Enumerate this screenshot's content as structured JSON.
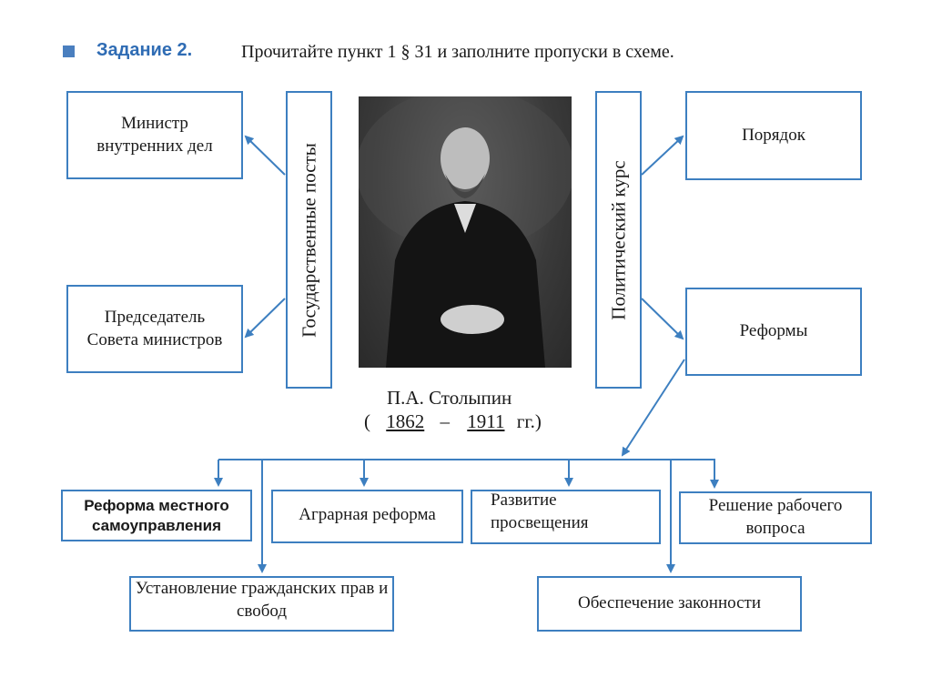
{
  "header": {
    "task_label": "Задание 2.",
    "instruction": "Прочитайте пункт 1 § 31 и заполните пропуски в схеме."
  },
  "left": {
    "category": "Государственные посты",
    "posts": [
      "Министр внутренних дел",
      "Председатель Совета министров"
    ]
  },
  "right": {
    "category": "Политический курс",
    "courses": [
      "Порядок",
      "Реформы"
    ]
  },
  "portrait": {
    "name": "П.А. Столыпин",
    "birth": "1862",
    "death": "1911",
    "dash": "–",
    "suffix": "гг.)",
    "open": "("
  },
  "reforms": [
    "Реформа местного самоуправления",
    "Аграрная реформа",
    "Развитие просвещения",
    "Решение рабочего вопроса",
    "Установление гражданских прав и свобод",
    "Обеспечение законности"
  ],
  "colors": {
    "accent": "#3d7fc0"
  }
}
